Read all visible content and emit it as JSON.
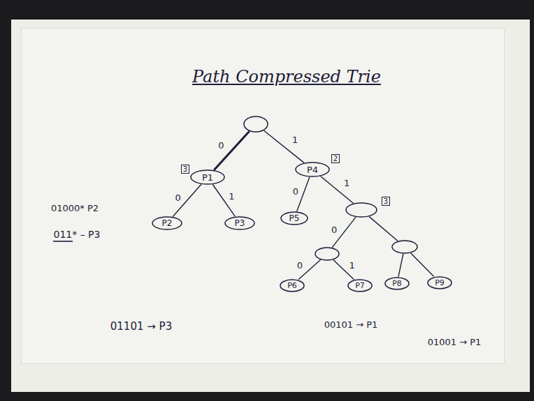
{
  "diagram": {
    "title": "Path Compressed Trie",
    "nodes": [
      {
        "text": []
      },
      {
        "text": [
          "P1"
        ]
      },
      {
        "text": [
          "P4"
        ]
      },
      {
        "text": [
          "P2"
        ]
      },
      {
        "text": [
          "P3"
        ]
      },
      {
        "text": [
          "P5"
        ]
      },
      {
        "text": []
      },
      {
        "text": []
      },
      {
        "text": []
      },
      {
        "text": [
          "P6"
        ]
      },
      {
        "text": [
          "P7"
        ]
      },
      {
        "text": [
          "P8"
        ]
      },
      {
        "text": [
          "P9"
        ]
      }
    ],
    "edges": [
      {
        "from": 0,
        "to": 1,
        "label": "0",
        "arrow": "none"
      },
      {
        "from": 0,
        "to": 2,
        "label": "1",
        "arrow": "none"
      },
      {
        "from": 1,
        "to": 3,
        "label": "0",
        "arrow": "none"
      },
      {
        "from": 1,
        "to": 4,
        "label": "1",
        "arrow": "none"
      },
      {
        "from": 2,
        "to": 5,
        "label": "0",
        "arrow": "none"
      },
      {
        "from": 2,
        "to": 6,
        "label": "1",
        "arrow": "none"
      },
      {
        "from": 6,
        "to": 7,
        "label": "0",
        "arrow": "none"
      },
      {
        "from": 6,
        "to": 8,
        "arrow": "none"
      },
      {
        "from": 7,
        "to": 9,
        "label": "0",
        "arrow": "none"
      },
      {
        "from": 7,
        "to": 10,
        "label": "1",
        "arrow": "none"
      },
      {
        "from": 8,
        "to": 11,
        "arrow": "none"
      },
      {
        "from": 8,
        "to": 12,
        "arrow": "none"
      }
    ],
    "labels": [
      "3",
      "2",
      "3",
      "01000* P2",
      "011* – P3",
      "01101 → P3",
      "00101 → P1",
      "01001 → P1"
    ]
  }
}
